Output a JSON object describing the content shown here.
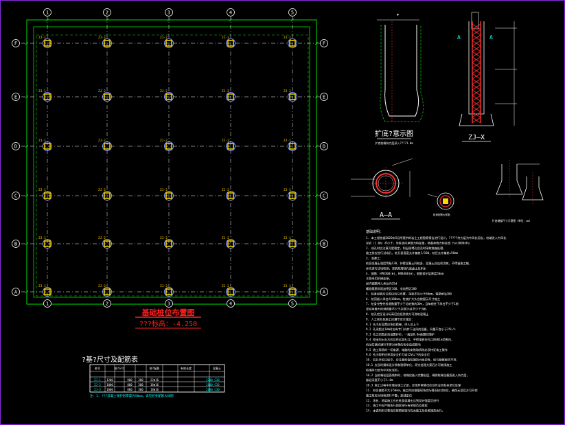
{
  "plan": {
    "column_labels": [
      "1",
      "2",
      "3",
      "4",
      "5"
    ],
    "row_labels": [
      "F",
      "E",
      "D",
      "C",
      "B",
      "A"
    ],
    "pile_labels": [
      "ZJ-1",
      "ZJ-2",
      "ZJ-2",
      "ZJ-2",
      "ZJ-1"
    ],
    "title": "基础桩位布置图",
    "elevation": "???标高：-4.250"
  },
  "table": {
    "title": "?基?尺寸及配筋表",
    "header_row1": [
      "桩号",
      "桩?尺寸",
      "",
      "",
      "桩?配筋",
      "",
      "",
      "有效长度",
      "混凝土"
    ],
    "rows": [
      [
        "ZJ-1",
        "1200",
        "",
        "900",
        "300",
        "22Φ16",
        "",
        "",
        "",
        "2200",
        "C30"
      ],
      [
        "ZJ-2",
        "1000",
        "",
        "800",
        "300",
        "18Φ16",
        "",
        "",
        "",
        "2000",
        "C30"
      ],
      [
        "ZJ-3",
        "1000",
        "",
        "800",
        "300",
        "18Φ16",
        "",
        "",
        "",
        "2000",
        "C30"
      ]
    ],
    "note": "注：1. ???混凝土保护层厚度为50mm，详见桩身配筋大样图"
  },
  "details": {
    "enlarged_title": "扩底?意示图",
    "enlarged_sub": "扩底桩端持力层深入????1.0m",
    "zj_title": "ZJ—X",
    "aa_title": "A—A",
    "section_label": "A",
    "small_detail_caption": "桩身配筋大样图",
    "base_caption": "扩底端部尺寸示意图（单位：mm）"
  },
  "notes": {
    "heading": "基础说明：",
    "lines": [
      "1. 本工程依据2020年5月所提供的岩土工程勘察报告进行设计，?????持力层为中风化泥岩，桩端进入中风化",
      "   泥岩（1.0m）不小于，单桩竖向承载力特征值，地基承载力特征值 fa=3000kPa",
      "2. 成孔时应注意孔壁稳定，如出现塌孔应及时采取措施处理，",
      "   施工前应进行试成孔，桩孔垂直度允许偏差1/100，桩径允许偏差±50mm",
      "3. 混凝土：",
      "   桩身混凝土强度等级C30，护壁混凝土同桩身，混凝土应连续浇筑，不得留施工缝，",
      "   并应进行试块检测，浇筑前清除孔底虚土及积水",
      "4. 钢筋：HPB300(Φ)，HRB400(Φ)，钢筋保护层厚度50mm",
      "   主筋采用机械连接，",
      "   纵向钢筋伸入承台内35d",
      "   螺旋箍筋间距加密区100，非加密区200",
      "5. 桩身纵筋应沿周边均匀布置，净距不应小于60mm，箍筋Φ8@200",
      "6. 桩顶嵌入承台内100mm，桩底扩大头应按图示尺寸施工",
      "7. 桩身完整性检测数量不少于总桩数的30%，且每根柱下承台不少于1根",
      "   单桩承载力检测数量不少于总数1%且不少于3根，",
      "8. 桩孔挖至设计标高后应经验收方可浇筑混凝土",
      "9. 人工挖孔桩施工应遵守安全规定：",
      "  9.1 孔内应设置应急软爬梯，供人员上下",
      "  9.2 孔深超过10m时应有专门向井下送风的设备，风量不宜小于25L/s",
      "  9.3 孔口四周必须设置护栏，一般加0.8m高围栏围护",
      "  9.4 挖出的土石方应及时运离孔口，不得堆放在孔口四周1m范围内，",
      "       机动车辆的通行不得对井壁的安全造成影响",
      "  9.5 施工现场的一切电源、电路的安装和拆除必须持证电工操作",
      "  9.6 孔内照明应采用安全矿灯或12V以下的安全灯",
      "10. 桩孔开挖过程中，应注意检查桩端持力层岩性，如与勘察报告不符，",
      "  10.1 应及时通知设计院和勘察单位，研究处理方案后方可继续施工",
      "       桩端持力层为中风化泥岩，",
      "  10.2 当桩端岩层面倾斜时，桩端应嵌入完整岩层，确保桩端全截面进入持力层，",
      "       嵌岩深度不小于1.0m",
      "  10.3 施工过程中应做好施工记录，发现异常情况应及时会同有关单位处理",
      "11. 桩位偏差不大于50mm，施工时应根据现场实际情况核对桩位，确保无误后方可开挖",
      "   施工前应对场地进行平整，放线定位",
      "12. 承台、地梁施工应在桩身混凝土达到设计强度后进行",
      "13. 施工中应严格执行国家现行有关规范及规程",
      "14. 本说明未尽事宜应按国家现行有关施工及验收规范执行。"
    ]
  },
  "colors": {
    "grid_line": "#00e000",
    "axis_line": "#ffffff",
    "pile": "#ffd400",
    "ring": "#7aa0ff",
    "title_red": "#ff2020",
    "detail_red": "#ff3030",
    "text": "#ffffff",
    "cyan": "#00ffff",
    "frame": "#8a2be2"
  }
}
